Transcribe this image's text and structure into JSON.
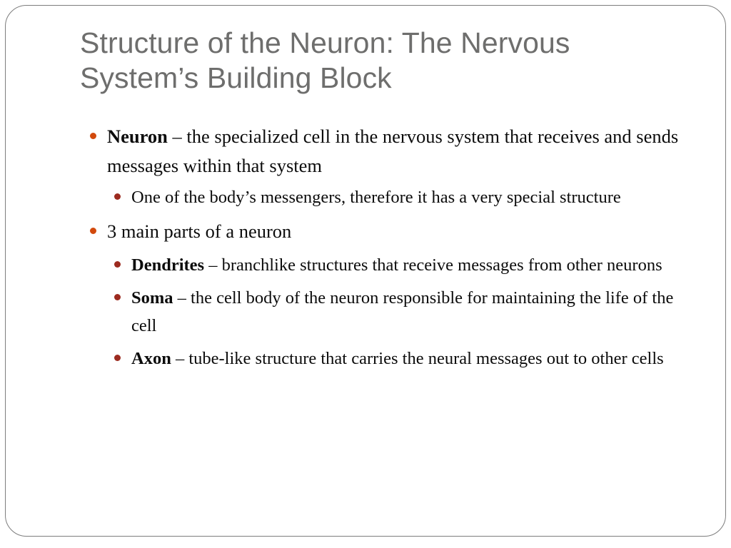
{
  "slide": {
    "border_color": "#7d7d7d",
    "background": "#ffffff",
    "title": {
      "color": "#6e6e6d",
      "line1": "Structure of the Neuron: The Nervous",
      "line2": "System’s Building Block",
      "full": "Structure of the Neuron: The Nervous System’s Building Block"
    },
    "bullet_colors": {
      "level1": "#d2490c",
      "level2": "#9c2b20"
    },
    "bullets": [
      {
        "level": 1,
        "term": "Neuron",
        "rest": " – the specialized cell in the nervous system that receives and sends messages within that system"
      },
      {
        "level": 2,
        "term": "",
        "rest": "One of the body’s messengers, therefore it has a very special structure"
      },
      {
        "level": 1,
        "term": "",
        "rest": "3 main parts of a neuron"
      },
      {
        "level": 2,
        "term": "Dendrites",
        "rest": " – branchlike structures that receive messages from other neurons"
      },
      {
        "level": 2,
        "term": "Soma",
        "rest": " – the cell body of the neuron responsible for maintaining the life of the cell"
      },
      {
        "level": 2,
        "term": "Axon",
        "rest": " – tube-like structure that carries the neural messages out to other cells"
      }
    ]
  }
}
